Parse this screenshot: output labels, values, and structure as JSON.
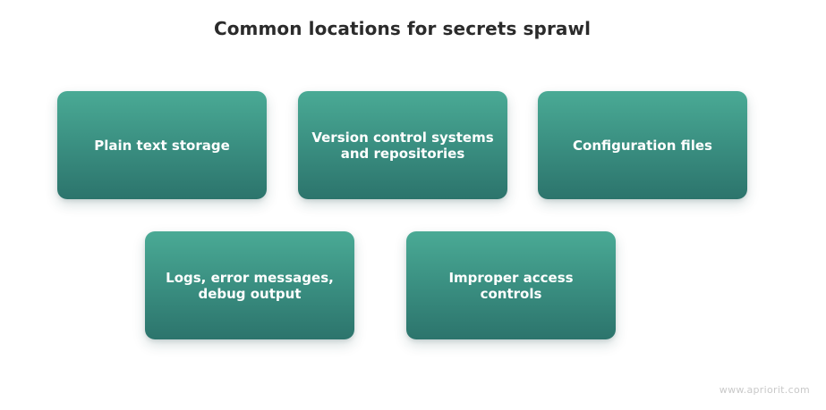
{
  "title": "Common locations for secrets sprawl",
  "cards": [
    {
      "label": "Plain text storage"
    },
    {
      "label": "Version control systems\nand repositories"
    },
    {
      "label": "Configuration files"
    },
    {
      "label": "Logs, error messages,\ndebug output"
    },
    {
      "label": "Improper access\ncontrols"
    }
  ],
  "watermark": "www.apriorit.com",
  "colors": {
    "card_top": "#4aaa95",
    "card_bottom": "#2c746c",
    "title_text": "#2b2b2b",
    "card_text": "#ffffff"
  }
}
